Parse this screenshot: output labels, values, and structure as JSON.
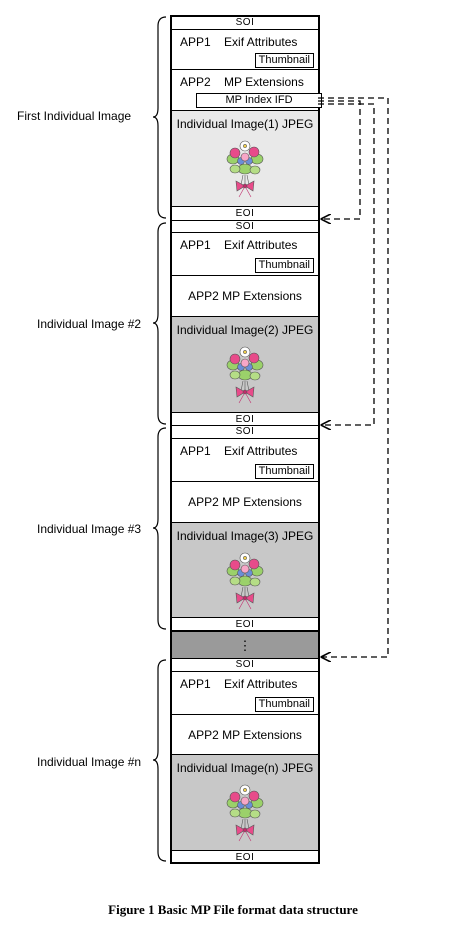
{
  "markers": {
    "soi": "SOI",
    "eoi": "EOI",
    "ellipsis": "⋮"
  },
  "app1_label": "APP1    Exif Attributes",
  "thumbnail_label": "Thumbnail",
  "app2_first_label": "APP2    MP Extensions",
  "mp_index_label": "MP Index IFD",
  "app2_label": "APP2 MP Extensions",
  "images": [
    {
      "side_label": "First Individual Image",
      "image_label": "Individual Image(1) JPEG"
    },
    {
      "side_label": "Individual Image #2",
      "image_label": "Individual Image(2) JPEG"
    },
    {
      "side_label": "Individual Image #3",
      "image_label": "Individual Image(3) JPEG"
    },
    {
      "side_label": "Individual Image #n",
      "image_label": "Individual Image(n) JPEG"
    }
  ],
  "caption": "Figure 1   Basic MP File format data structure",
  "colors": {
    "image_fill_first": "#e9e9e9",
    "image_fill": "#c8c8c8",
    "separator_fill": "#9a9a9a"
  }
}
